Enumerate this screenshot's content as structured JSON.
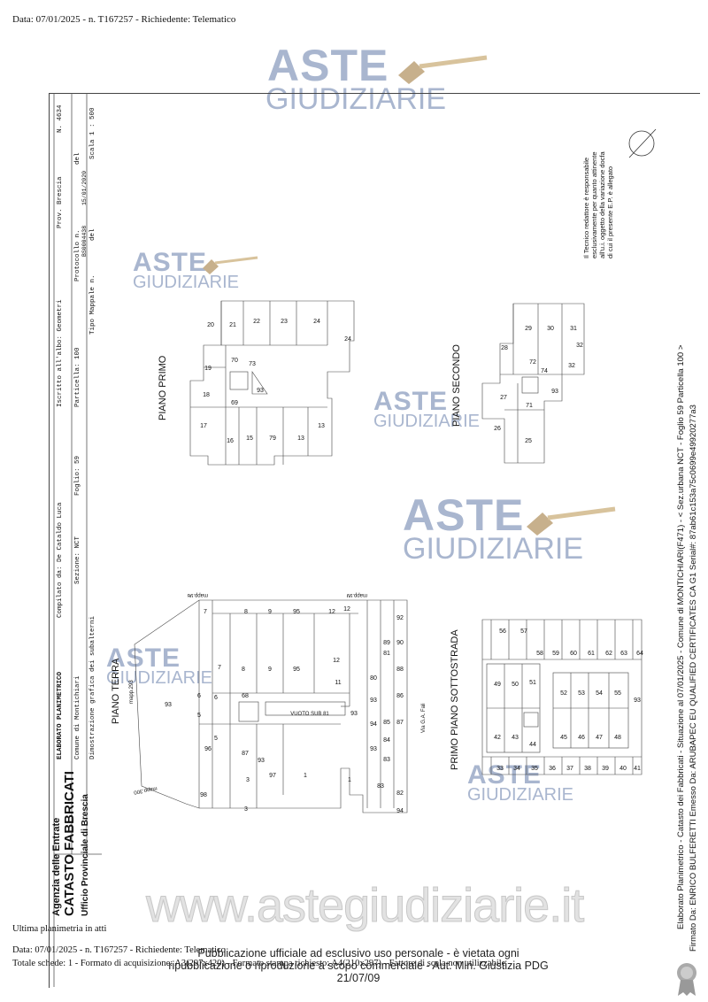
{
  "header": {
    "text": "Data: 07/01/2025 - n. T167257 - Richiedente: Telematico"
  },
  "watermark": {
    "word1": "ASTE",
    "word2": "GIUDIZIARIE",
    "site": "www.astegiudiziarie.it",
    "pub_line1": "Pubblicazione ufficiale ad esclusivo uso personale - è vietata ogni",
    "pub_line2": "ripubblicazione o riproduzione a scopo commerciale - Aut. Min. Giustizia PDG 21/07/09"
  },
  "agency": {
    "line1": "Agenzia delle Entrate",
    "line2": "CATASTO FABBRICATI",
    "line3": "Ufficio Provinciale di  Brescia"
  },
  "titleblock": {
    "elaborato": "ELABORATO PLANIMETRICO",
    "compilato": "Compilato da: De Cataldo Luca",
    "iscritto": "Iscritto all'albo: Geometri",
    "prov": "Prov. Brescia",
    "numero": "N. 4634",
    "comune": "Comune di Montichiari",
    "sezione": "Sezione: NCT",
    "foglio": "Foglio: 59",
    "particella": "Particella: 100",
    "protocollo": "Protocollo n.",
    "protocollo_val": "BS0004438",
    "data_val": "15/01/2020",
    "del": "del",
    "dimostrazione": "Dimostrazione grafica dei subalterni",
    "tipo_mappale": "Tipo Mappale n.",
    "del2": "del",
    "scala": "Scala 1 : 500"
  },
  "note": {
    "line1": "Il Tecnico redattore è responsabile",
    "line2": "esclusivamente per quanto attinente",
    "line3": "all'u.i. oggetto della variazione docfa",
    "line4": "di cui il presente E.P. è allegato"
  },
  "plans": {
    "primo": "PIANO PRIMO",
    "secondo": "PIANO SECONDO",
    "terra": "PIANO TERRA",
    "sottostrada": "PRIMO PIANO SOTTOSTRADA"
  },
  "labels_small": {
    "mapp96": "mapp.96",
    "mapp99": "mapp.99",
    "mapp293": "mapp.293",
    "mapp300": "mapp.300",
    "via_fali": "Via G.A. Fali",
    "vuoto": "VUOTO SUB 81"
  },
  "right_side": {
    "line1": "Elaborato Planimetrico - Catasto dei Fabbricati - Situazione al 07/01/2025 - Comune di MONTICHIARI(F471) - < Sez.urbana NCT - Foglio 59 Particella 100 >",
    "line2": "Firmato Da: ENRICO BULFERETTI Emesso Da: ARUBAPEC EU QUALIFIED CERTIFICATES CA G1 Serial#: 87ab61c153a75c0699e49920277a3"
  },
  "footer": {
    "ultima": "Ultima planimetria in atti",
    "data": "Data: 07/01/2025 - n. T167257 - Richiedente: Telematico",
    "totale": "Totale schede: 1 - Formato di acquisizione: A3(297x420) - Formato stampa richiesto: A4(210x297) - Fattore di scala non utilizzabile"
  }
}
